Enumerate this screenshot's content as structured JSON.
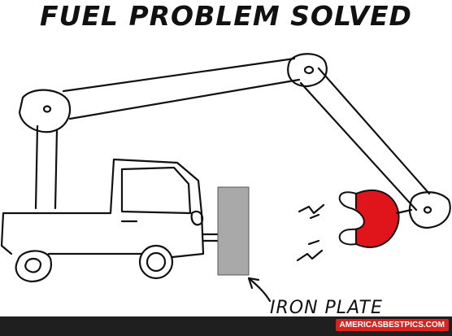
{
  "title": "FUEL PROBLEM SOLVED",
  "plate_label": "IRON PLATE",
  "watermark": "AMERICASBESTPICS.COM",
  "colors": {
    "magnet_red": "#e0141b",
    "plate_gray": "#a9a9a9",
    "footer_bg": "#1f1f1f",
    "brand_red": "#d8231f"
  }
}
